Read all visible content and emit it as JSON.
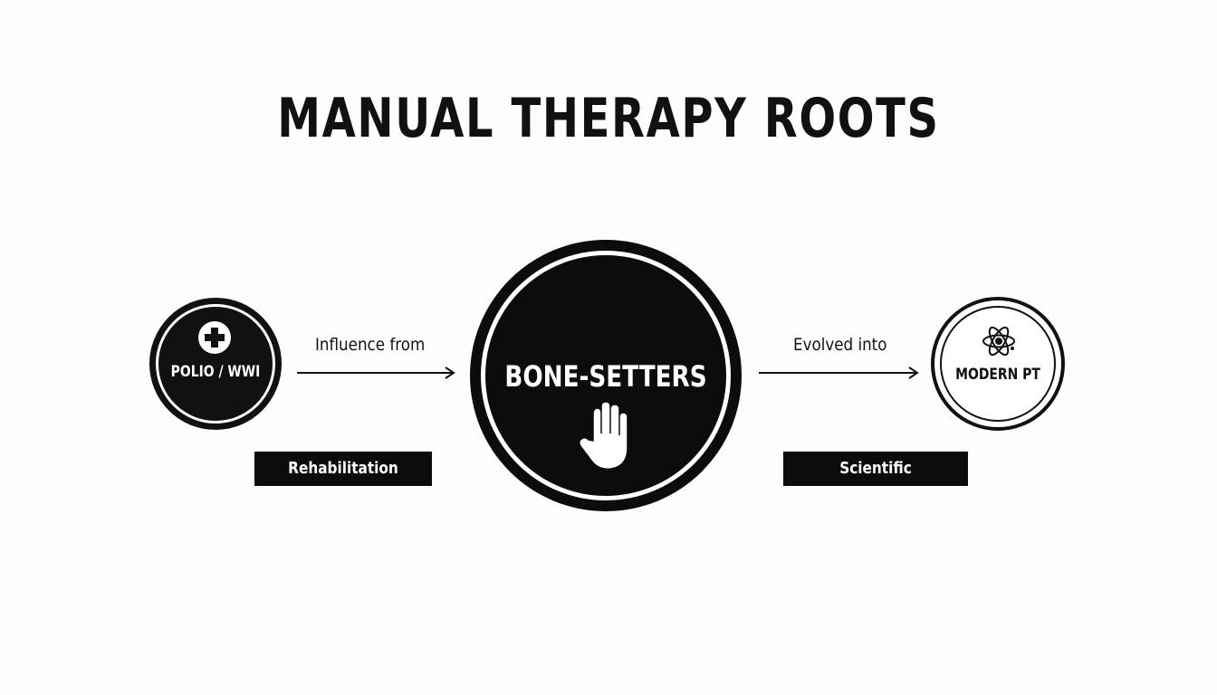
{
  "title": "MANUAL THERAPY ROOTS",
  "nodes": {
    "left": {
      "label": "POLIO / WWI",
      "icon": "medical-cross-icon"
    },
    "center": {
      "label": "BONE-SETTERS",
      "icon": "hand-icon"
    },
    "right": {
      "label": "MODERN PT",
      "icon": "atom-icon"
    }
  },
  "edges": {
    "left_to_center": "Influence from",
    "center_to_right": "Evolved into"
  },
  "tags": {
    "left": "Rehabilitation needs",
    "right": "Scientific integration"
  },
  "colors": {
    "ink": "#0c0c0c",
    "background": "#fdfdfd",
    "contrast": "#ffffff"
  }
}
